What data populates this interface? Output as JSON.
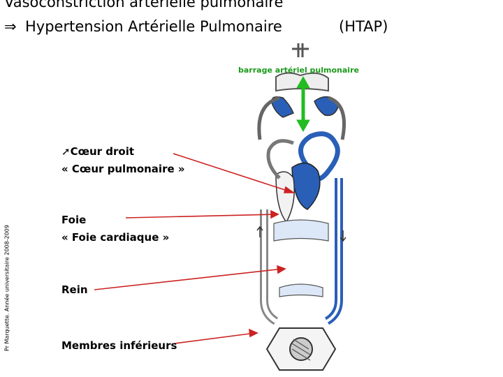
{
  "title": {
    "line1": "Vasoconstriction artérielle pulmonaire",
    "implies_symbol": "⇒",
    "line2": "Hypertension Artérielle Pulmonaire",
    "abbrev": "(HTAP)"
  },
  "labels": {
    "barrage": "barrage artériel pulmonaire",
    "coeur_arrow": "➚",
    "coeur_droit": "Cœur droit",
    "coeur_pulmonaire": "« Cœur pulmonaire »",
    "foie": "Foie",
    "foie_cardiaque": "« Foie cardiaque »",
    "rein": "Rein",
    "membres": "Membres inférieurs"
  },
  "footer_vertical": "Pr Marquette. Année universitaire 2008-2009",
  "colors": {
    "pointer_lines": "#cc2222",
    "barrage_arrow": "#22bb22",
    "vessels_blue": "#2a5fb8",
    "vessels_outline": "#555555"
  }
}
